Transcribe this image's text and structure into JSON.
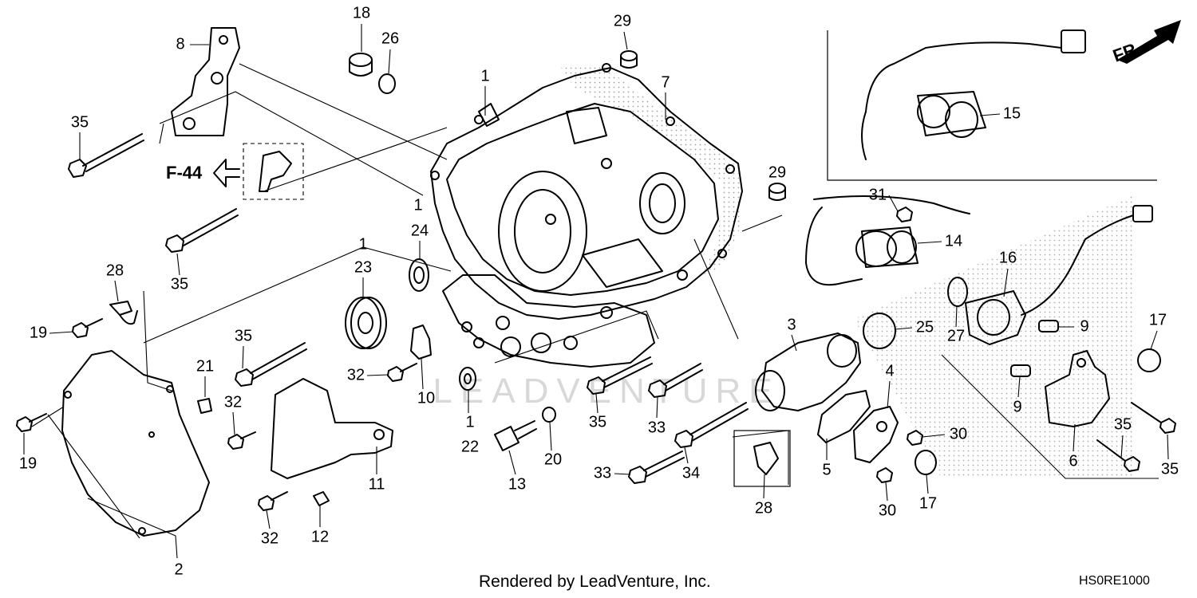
{
  "labels": [
    {
      "id": "l8",
      "text": "8"
    },
    {
      "id": "l35a",
      "text": "35"
    },
    {
      "id": "l18",
      "text": "18"
    },
    {
      "id": "l26",
      "text": "26"
    },
    {
      "id": "l29a",
      "text": "29"
    },
    {
      "id": "l1a",
      "text": "1"
    },
    {
      "id": "l7",
      "text": "7"
    },
    {
      "id": "l29b",
      "text": "29"
    },
    {
      "id": "l1b",
      "text": "1"
    },
    {
      "id": "l24",
      "text": "24"
    },
    {
      "id": "l1c",
      "text": "1"
    },
    {
      "id": "l23",
      "text": "23"
    },
    {
      "id": "l35b",
      "text": "35"
    },
    {
      "id": "l28a",
      "text": "28"
    },
    {
      "id": "l19a",
      "text": "19"
    },
    {
      "id": "l21",
      "text": "21"
    },
    {
      "id": "l35c",
      "text": "35"
    },
    {
      "id": "l32a",
      "text": "32"
    },
    {
      "id": "l10",
      "text": "10"
    },
    {
      "id": "l32b",
      "text": "32"
    },
    {
      "id": "l19b",
      "text": "19"
    },
    {
      "id": "l1d",
      "text": "1"
    },
    {
      "id": "l22",
      "text": "22"
    },
    {
      "id": "l20",
      "text": "20"
    },
    {
      "id": "l13",
      "text": "13"
    },
    {
      "id": "l11",
      "text": "11"
    },
    {
      "id": "l32c",
      "text": "32"
    },
    {
      "id": "l12",
      "text": "12"
    },
    {
      "id": "l2",
      "text": "2"
    },
    {
      "id": "l35d",
      "text": "35"
    },
    {
      "id": "l33a",
      "text": "33"
    },
    {
      "id": "l33b",
      "text": "33"
    },
    {
      "id": "l34",
      "text": "34"
    },
    {
      "id": "l28b",
      "text": "28"
    },
    {
      "id": "l3",
      "text": "3"
    },
    {
      "id": "l25",
      "text": "25"
    },
    {
      "id": "l5",
      "text": "5"
    },
    {
      "id": "l4",
      "text": "4"
    },
    {
      "id": "l30a",
      "text": "30"
    },
    {
      "id": "l30b",
      "text": "30"
    },
    {
      "id": "l17a",
      "text": "17"
    },
    {
      "id": "l31",
      "text": "31"
    },
    {
      "id": "l14",
      "text": "14"
    },
    {
      "id": "l15",
      "text": "15"
    },
    {
      "id": "l16",
      "text": "16"
    },
    {
      "id": "l27",
      "text": "27"
    },
    {
      "id": "l9a",
      "text": "9"
    },
    {
      "id": "l9b",
      "text": "9"
    },
    {
      "id": "l17b",
      "text": "17"
    },
    {
      "id": "l35e",
      "text": "35"
    },
    {
      "id": "l6",
      "text": "6"
    },
    {
      "id": "l35f",
      "text": "35"
    }
  ],
  "ref_label": "F-44",
  "direction_label": "FR.",
  "watermark": "LEADVENTURE",
  "footer": {
    "credit": "Rendered by LeadVenture, Inc.",
    "diagram_code": "HS0RE1000"
  }
}
